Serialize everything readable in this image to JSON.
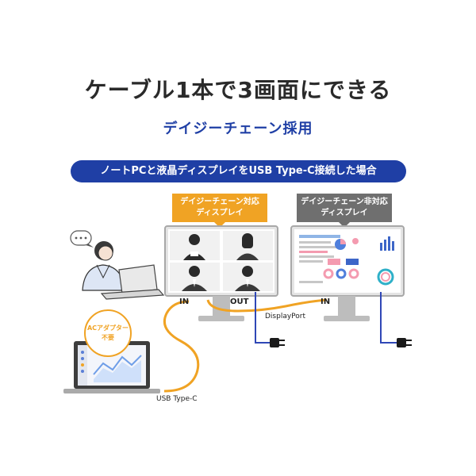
{
  "header": {
    "title": "ケーブル1本で3画面にできる",
    "subtitle": "デイジーチェーン採用"
  },
  "banner": {
    "text": "ノートPCと液晶ディスプレイをUSB Type-C接続した場合"
  },
  "monitors": {
    "daisy_chain_tag": [
      "デイジーチェーン対応",
      "ディスプレイ"
    ],
    "non_daisy_chain_tag": [
      "デイジーチェーン非対応",
      "ディスプレイ"
    ]
  },
  "ports": {
    "in_1": "IN",
    "out": "OUT",
    "in_2": "IN"
  },
  "cables": {
    "displayport": "DisplayPort",
    "usb_type_c": "USB Type-C"
  },
  "ac_badge": [
    "ACアダプター",
    "不要"
  ],
  "colors": {
    "accent_blue": "#1f3fa5",
    "accent_orange": "#f0a324",
    "gray_tag": "#6f6f6f"
  },
  "icons": [
    "speech-bubble-icon",
    "person-icon",
    "laptop-icon",
    "monitor-icon",
    "power-plug-icon"
  ]
}
